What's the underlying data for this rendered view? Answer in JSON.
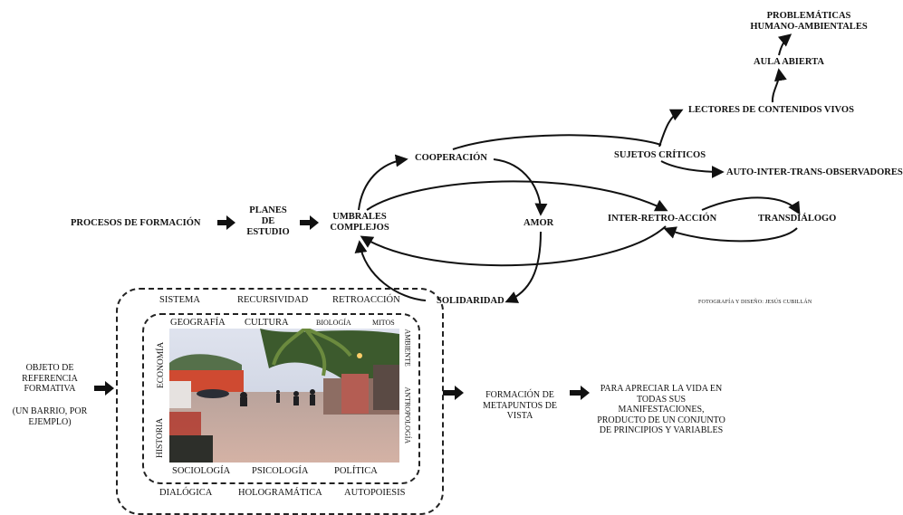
{
  "labels": {
    "problematicas": "PROBLEMÁTICAS HUMANO-AMBIENTALES",
    "aula_abierta": "AULA ABIERTA",
    "lectores": "LECTORES DE CONTENIDOS VIVOS",
    "sujetos": "SUJETOS CRÍTICOS",
    "auto_inter": "AUTO-INTER-TRANS-OBSERVADORES",
    "cooperacion": "COOPERACIÓN",
    "procesos": "PROCESOS DE FORMACIÓN",
    "planes": "PLANES DE ESTUDIO",
    "umbrales": "UMBRALES COMPLEJOS",
    "amor": "AMOR",
    "inter_retro": "INTER-RETRO-ACCIÓN",
    "transdialogo": "TRANSDIÁLOGO",
    "solidaridad": "SOLIDARIDAD"
  },
  "outer_ring": {
    "top": [
      "SISTEMA",
      "RECURSIVIDAD",
      "RETROACCIÓN"
    ],
    "bottom": [
      "DIALÓGICA",
      "HOLOGRAMÁTICA",
      "AUTOPOIESIS"
    ]
  },
  "inner_ring": {
    "top": [
      "GEOGRAFÍA",
      "CULTURA"
    ],
    "top_small": [
      "BIOLOGÍA",
      "MITOS"
    ],
    "bottom": [
      "SOCIOLOGÍA",
      "PSICOLOGÍA",
      "POLÍTICA"
    ],
    "left": [
      "ECONOMÍA",
      "HISTORIA"
    ],
    "right": [
      "AMBIENTE",
      "ANTROPOLOGÍA"
    ]
  },
  "objeto": {
    "title": "OBJETO DE REFERENCIA FORMATIVA",
    "note": "(UN BARRIO, POR EJEMPLO)"
  },
  "formacion": "FORMACIÓN DE METAPUNTOS DE VISTA",
  "apreciar": "PARA APRECIAR LA VIDA EN TODAS SUS MANIFESTACIONES, PRODUCTO DE UN CONJUNTO DE PRINCIPIOS Y VARIABLES",
  "credit": "FOTOGRAFÍA Y DISEÑO: JESÚS CUBILLÁN",
  "colors": {
    "ink": "#111111",
    "sky": "#cfd6e6",
    "road": "#c9a99a",
    "wall": "#d2452c"
  }
}
